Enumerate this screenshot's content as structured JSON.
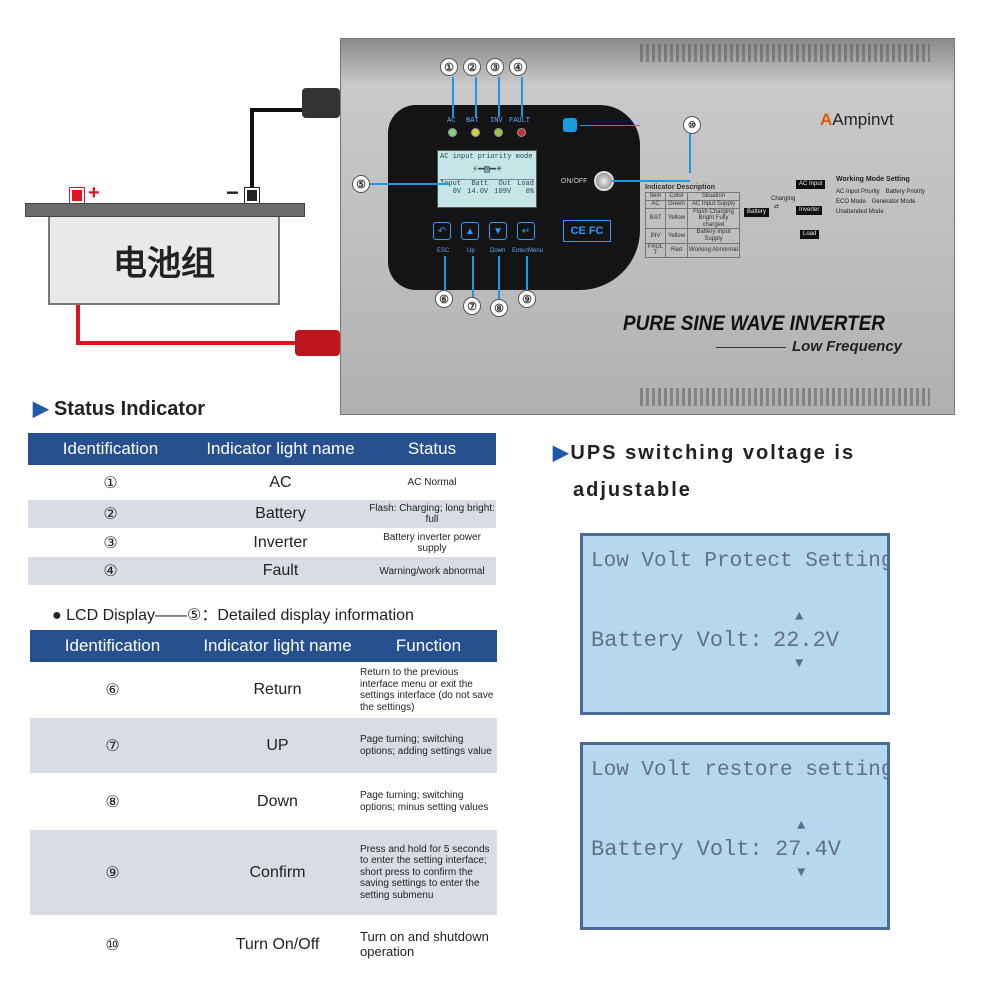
{
  "battery": {
    "label": "电池组",
    "plus": "+",
    "minus": "−"
  },
  "inverter": {
    "brand": "Ampinvt",
    "title": "PURE SINE WAVE INVERTER",
    "subtitle": "Low Frequency",
    "leds": [
      {
        "num": "①",
        "label": "AC",
        "color": "#7fd07f"
      },
      {
        "num": "②",
        "label": "BAT",
        "color": "#d0d040"
      },
      {
        "num": "③",
        "label": "INV",
        "color": "#a0c040"
      },
      {
        "num": "④",
        "label": "FAULT",
        "color": "#c03030"
      }
    ],
    "lcd": {
      "num": "⑤",
      "line1": "AC input priority mode",
      "cols": [
        {
          "h": "Input",
          "v": "0V"
        },
        {
          "h": "Batt",
          "v": "14.0V"
        },
        {
          "h": "Out",
          "v": "109V"
        },
        {
          "h": "Load",
          "v": "0%"
        }
      ]
    },
    "keys": [
      {
        "num": "⑥",
        "label": "ESC",
        "glyph": "↶"
      },
      {
        "num": "⑦",
        "label": "Up",
        "glyph": "▲"
      },
      {
        "num": "⑧",
        "label": "Down",
        "glyph": "▼"
      },
      {
        "num": "⑨",
        "label": "Enter/Menu",
        "glyph": "↵"
      }
    ],
    "onoff": {
      "num": "⑩",
      "label": "ON/OFF"
    },
    "cert": "CE FC",
    "indicator_desc": {
      "title": "Indicator Description",
      "headers": [
        "Item",
        "Color",
        "Situation"
      ],
      "rows": [
        [
          "AC",
          "Green",
          "AC Input Supply"
        ],
        [
          "BAT",
          "Yellow",
          "Flash Charging Bright Fully charged"
        ],
        [
          "INV",
          "Yellow",
          "Battery Input Supply"
        ],
        [
          "FAULT",
          "Red",
          "Working Abnormal"
        ]
      ]
    },
    "flow": {
      "ac": "AC Input",
      "battery": "Battery",
      "charging": "Charging",
      "inverter": "Inverter",
      "load": "Load"
    },
    "modes": {
      "title": "Working Mode Setting",
      "items": [
        "AC Input Priority",
        "Battery Priority",
        "ECO Mode",
        "Generator Mode",
        "Unattended Mode"
      ]
    }
  },
  "status_section": {
    "title": "Status Indicator",
    "headers": [
      "Identification",
      "Indicator light name",
      "Status"
    ],
    "rows": [
      [
        "①",
        "AC",
        "AC  Normal"
      ],
      [
        "②",
        "Battery",
        "Flash: Charging; long bright: full"
      ],
      [
        "③",
        "Inverter",
        "Battery inverter power supply"
      ],
      [
        "④",
        "Fault",
        "Warning/work abnormal"
      ]
    ]
  },
  "lcd_note": "LCD Display——⑤：Detailed display information",
  "function_section": {
    "headers": [
      "Identification",
      "Indicator light name",
      "Function"
    ],
    "rows": [
      [
        "⑥",
        "Return",
        "Return to the previous interface menu or exit the settings interface (do not save the settings)"
      ],
      [
        "⑦",
        "UP",
        "Page turning; switching options; adding settings value"
      ],
      [
        "⑧",
        "Down",
        "Page turning; switching options; minus setting values"
      ],
      [
        "⑨",
        "Confirm",
        "Press and hold for 5 seconds to enter the setting interface; short press to confirm the saving settings to enter the setting submenu"
      ],
      [
        "⑩",
        "Turn On/Off",
        "Turn on and shutdown operation"
      ]
    ]
  },
  "ups": {
    "line1": "UPS switching voltage is",
    "line2": "adjustable",
    "screens": [
      {
        "title": "Low Volt Protect Setting",
        "label": "Battery Volt:",
        "value": "22.2V"
      },
      {
        "title": "Low Volt restore setting",
        "label": "Battery Volt:",
        "value": "27.4V"
      }
    ]
  }
}
